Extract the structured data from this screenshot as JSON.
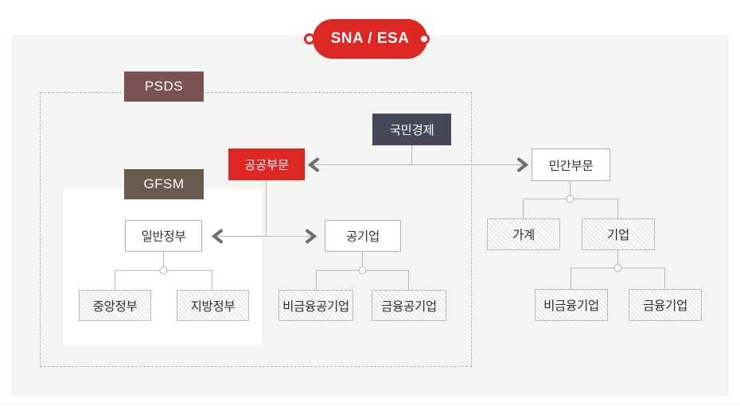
{
  "header": {
    "title": "SNA / ESA"
  },
  "badges": {
    "psds": "PSDS",
    "gfsm": "GFSM"
  },
  "nodes": {
    "national_economy": "국민경제",
    "public_sector": "공공부문",
    "private_sector": "민간부문",
    "general_government": "일반정부",
    "public_corporation": "공기업",
    "central_government": "중앙정부",
    "local_government": "지방정부",
    "nonfinancial_public_corporation": "비금융공기업",
    "financial_public_corporation": "금융공기업",
    "household": "가계",
    "corporation": "기업",
    "nonfinancial_corporation": "비금융기업",
    "financial_corporation": "금융기업"
  },
  "colors": {
    "accent_red": "#dc2723",
    "dark_navy": "#464858",
    "maroon": "#7b5252",
    "brown": "#6a5b51",
    "canvas_bg": "#f4f4f2",
    "connector_line": "#b9b9b9",
    "arrowhead": "#6f6f6f"
  }
}
